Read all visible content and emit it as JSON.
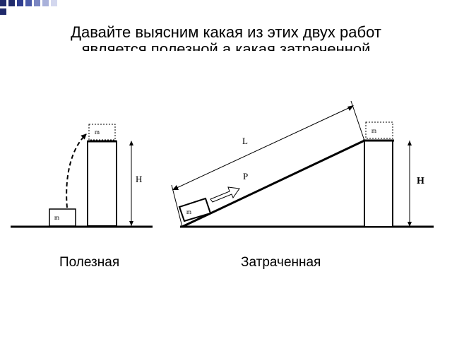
{
  "slide": {
    "title_line1": "Давайте выясним  какая из этих двух работ",
    "title_line2": "является полезной а какая затраченной",
    "decoration_color": "#1f2a6b"
  },
  "left_diagram": {
    "mass_label_start": "m",
    "mass_label_top": "m",
    "height_label": "H",
    "caption": "Полезная"
  },
  "right_diagram": {
    "mass_label_incline": "m",
    "mass_label_top": "m",
    "length_label": "L",
    "force_label": "P",
    "height_label": "H",
    "caption": "Затраченная"
  }
}
